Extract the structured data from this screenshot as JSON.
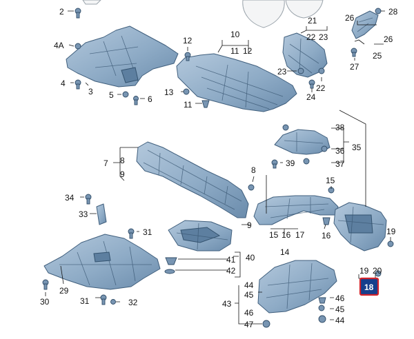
{
  "callouts": {
    "c2": "2",
    "c4a": "4A",
    "c4": "4",
    "c3": "3",
    "c5": "5",
    "c6": "6",
    "c10": "10",
    "c11a": "11",
    "c12a": "12",
    "c12": "12",
    "c13": "13",
    "c11": "11",
    "c21": "21",
    "c22a": "22",
    "c23a": "23",
    "c23": "23",
    "c22": "22",
    "c24": "24",
    "c26a": "26",
    "c28": "28",
    "c26": "26",
    "c25": "25",
    "c27": "27",
    "c7": "7",
    "c8a": "8",
    "c9a": "9",
    "c8": "8",
    "c9": "9",
    "c38": "38",
    "c36": "36",
    "c35": "35",
    "c39": "39",
    "c37": "37",
    "c15": "15",
    "c16": "16",
    "c17": "17",
    "c16b": "16",
    "c15b": "15",
    "c14": "14",
    "c19": "19",
    "c19b": "19",
    "c20": "20",
    "c34": "34",
    "c33": "33",
    "c31a": "31",
    "c29": "29",
    "c30": "30",
    "c31": "31",
    "c32": "32",
    "c41": "41",
    "c42": "42",
    "c40": "40",
    "c44a": "44",
    "c45a": "45",
    "c43": "43",
    "c46a": "46",
    "c47": "47",
    "c46": "46",
    "c45": "45",
    "c44": "44"
  },
  "highlighted_part": "18",
  "colors": {
    "part_fill": "#8eabc6",
    "highlight_fill": "#163f8c",
    "highlight_border": "#d2232a"
  }
}
